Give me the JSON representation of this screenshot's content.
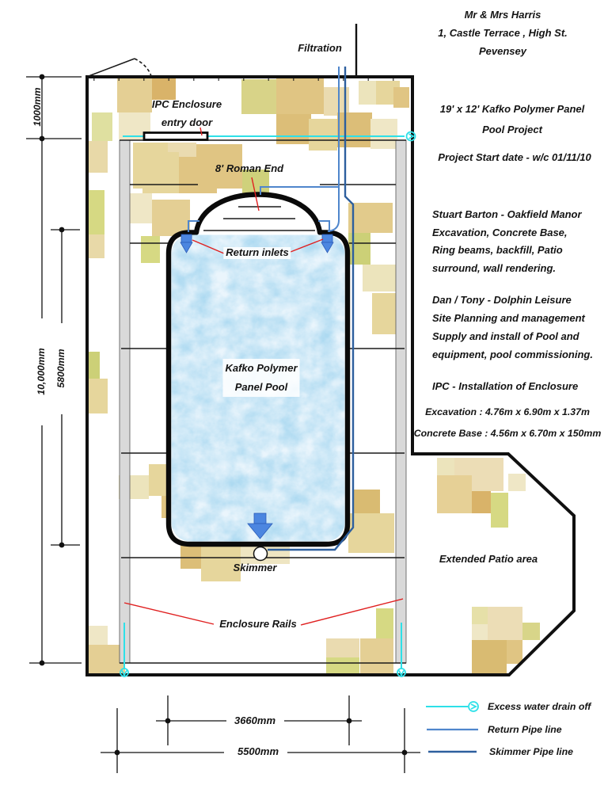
{
  "client": {
    "name": "Mr & Mrs Harris",
    "address": "1, Castle Terrace , High St.",
    "town": "Pevensey"
  },
  "project": {
    "title_line1": "19' x 12' Kafko Polymer Panel",
    "title_line2": "Pool Project",
    "start_date": "Project Start date - w/c 01/11/10"
  },
  "notes": {
    "stuart": [
      "Stuart Barton - Oakfield Manor",
      "Excavation, Concrete Base,",
      "Ring beams, backfill, Patio",
      "surround, wall rendering."
    ],
    "dan": [
      "Dan / Tony - Dolphin Leisure",
      "Site Planning and management",
      "Supply and install of  Pool and",
      "equipment, pool commissioning."
    ],
    "ipc": "IPC - Installation of Enclosure",
    "excavation": "Excavation : 4.76m x 6.90m x 1.37m",
    "concrete": "Concrete Base : 4.56m x 6.70m x 150mm"
  },
  "plan_labels": {
    "filtration": "Filtration",
    "entry_door_line1": "IPC Enclosure",
    "entry_door_line2": "entry door",
    "roman_end": "8' Roman End",
    "return_inlets": "Return inlets",
    "pool_line1": "Kafko Polymer",
    "pool_line2": "Panel Pool",
    "skimmer": "Skimmer",
    "enclosure_rails": "Enclosure Rails",
    "patio": "Extended Patio area"
  },
  "dimensions": {
    "enclosure_offset": "1000mm",
    "site_length": "10,000mm",
    "pool_length": "5800mm",
    "pool_width": "3660mm",
    "enclosure_width": "5500mm"
  },
  "legend": {
    "items": [
      {
        "label": "Excess water drain off",
        "color": "#2ee0e8"
      },
      {
        "label": "Return Pipe line",
        "color": "#4f86cc"
      },
      {
        "label": "Skimmer Pipe line",
        "color": "#2d5f9e"
      }
    ]
  },
  "colors": {
    "drain_cyan": "#2ee0e8",
    "return_pipe_blue": "#4f86cc",
    "skimmer_pipe_blue": "#2d5f9e",
    "inlet_arrow_blue": "#4c86e0",
    "leader_red": "#e02020",
    "pool_water": "#bfe0f2",
    "patio_tile_tan": "#e0c583",
    "rail_grey": "#d9d9d9"
  }
}
